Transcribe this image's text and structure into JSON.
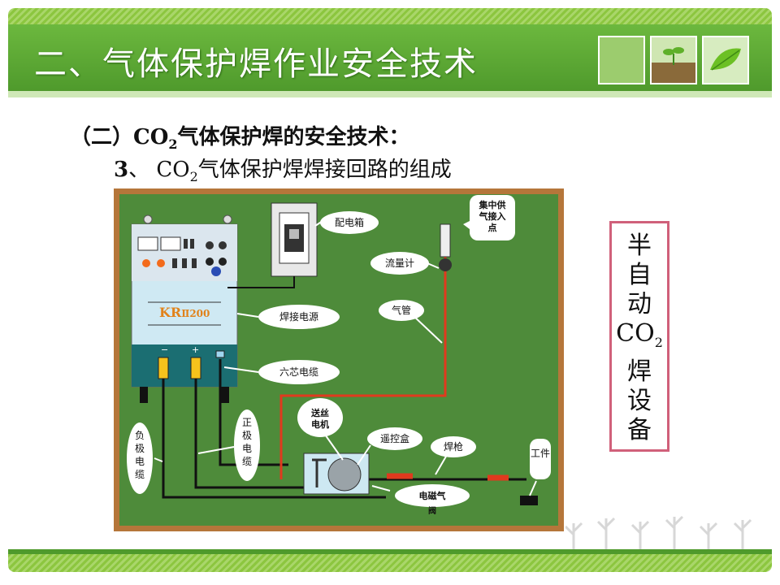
{
  "header": {
    "title": "二、气体保护焊作业安全技术"
  },
  "content": {
    "section_prefix": "（二）",
    "section_co": "CO",
    "section_sub": "2",
    "section_rest": "气体保护焊的安全技术：",
    "item_number": "3",
    "item_sep": "、 ",
    "item_co": "CO",
    "item_sub": "2",
    "item_rest": "气体保护焊焊接回路的组成"
  },
  "side_label": {
    "chars": [
      "半",
      "自",
      "动",
      "CO"
    ],
    "sub": "2",
    "chars2": [
      "焊",
      "设",
      "备"
    ]
  },
  "diagram": {
    "machine_label": "KR",
    "machine_model": "Ⅱ200",
    "terminal_minus": "−",
    "terminal_plus": "+",
    "callouts": {
      "distribution_box": "配电箱",
      "gas_supply": [
        "集中供",
        "气接入",
        "点"
      ],
      "flow_meter": "流量计",
      "gas_pipe": "气管",
      "power_source": "焊接电源",
      "six_core_cable": "六芯电缆",
      "wire_feeder": [
        "送丝",
        "电机"
      ],
      "remote_box": "遥控盒",
      "torch": "焊枪",
      "workpiece": "工件",
      "negative_cable": [
        "负",
        "极",
        "电",
        "缆"
      ],
      "positive_cable": [
        "正",
        "极",
        "电",
        "缆"
      ],
      "solenoid_valve": [
        "电磁气",
        "阀"
      ]
    }
  },
  "colors": {
    "header_green": "#5aa832",
    "board_green": "#4e8b3a",
    "board_border": "#b5763a",
    "gas_pipe": "#e03a1e",
    "side_border": "#d0607a"
  }
}
